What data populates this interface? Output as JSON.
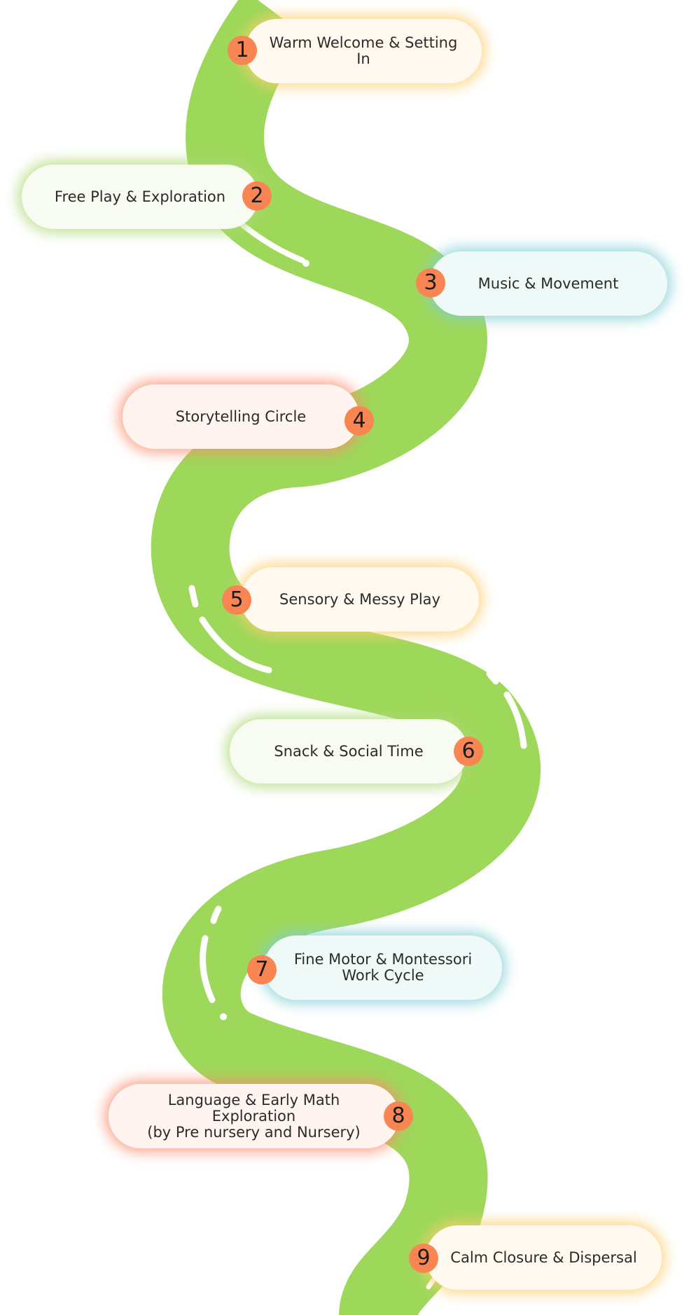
{
  "colors": {
    "road": "#9ed85a",
    "road_dash": "#ffffff",
    "badge": "#f88552",
    "glow_yellow": "#fdcd6e",
    "glow_green": "#aeda76",
    "glow_teal": "#80ced4",
    "glow_red": "#f98e6c"
  },
  "steps": [
    {
      "number": "1",
      "label": "Warm Welcome & Setting In",
      "theme": "yellow"
    },
    {
      "number": "2",
      "label": "Free Play & Exploration",
      "theme": "green"
    },
    {
      "number": "3",
      "label": "Music & Movement",
      "theme": "teal"
    },
    {
      "number": "4",
      "label": "Storytelling Circle",
      "theme": "red"
    },
    {
      "number": "5",
      "label": "Sensory & Messy Play",
      "theme": "yellow"
    },
    {
      "number": "6",
      "label": "Snack & Social Time",
      "theme": "green"
    },
    {
      "number": "7",
      "label": "Fine Motor & Montessori\nWork Cycle",
      "theme": "teal"
    },
    {
      "number": "8",
      "label": "Language & Early Math Exploration\n(by Pre nursery and Nursery)",
      "theme": "red"
    },
    {
      "number": "9",
      "label": "Calm Closure & Dispersal",
      "theme": "yellow"
    }
  ]
}
